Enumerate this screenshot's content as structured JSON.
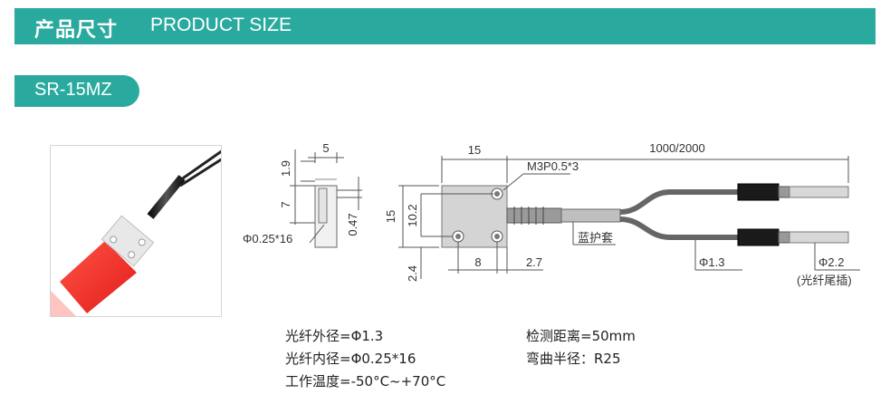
{
  "header": {
    "title_cn": "产品尺寸",
    "title_en": "PRODUCT SIZE"
  },
  "model": {
    "name": "SR-15MZ"
  },
  "drawing": {
    "dim_1_9": "1.9",
    "dim_5": "5",
    "dim_7": "7",
    "dim_0_47": "0.47",
    "fiber_core": "Φ0.25*16",
    "dim_15_top": "15",
    "dim_15_left": "15",
    "dim_10_2": "10.2",
    "dim_2_4": "2.4",
    "dim_8": "8",
    "dim_2_7": "2.7",
    "screw": "M3P0.5*3",
    "length": "1000/2000",
    "sleeve": "蓝护套",
    "fiber_dia": "Φ1.3",
    "plug_dia": "Φ2.2",
    "plug_note": "(光纤尾插)"
  },
  "specs": [
    "光纤外径=Φ1.3",
    "光纤内径=Φ0.25*16",
    "工作温度=-50°C~+70°C",
    "检测距离=50mm",
    "弯曲半径：R25"
  ],
  "colors": {
    "accent": "#2aaa9e"
  }
}
